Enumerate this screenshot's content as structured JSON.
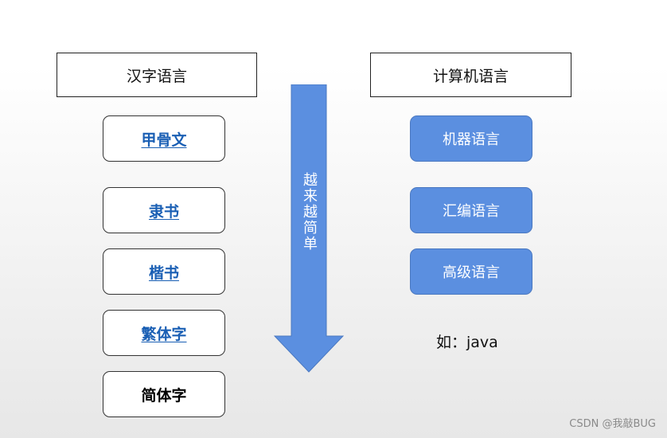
{
  "left_column": {
    "header": "汉字语言",
    "items": [
      {
        "label": "甲骨文",
        "linked": true
      },
      {
        "label": "隶书",
        "linked": true
      },
      {
        "label": "楷书",
        "linked": true
      },
      {
        "label": "繁体字",
        "linked": true
      },
      {
        "label": "简体字",
        "linked": false
      }
    ]
  },
  "center_arrow": {
    "label": "越来越简单",
    "direction": "down",
    "color": "#5b8fe0"
  },
  "right_column": {
    "header": "计算机语言",
    "items": [
      {
        "label": "机器语言"
      },
      {
        "label": "汇编语言"
      },
      {
        "label": "高级语言"
      }
    ],
    "example": "如：java"
  },
  "watermark": "CSDN @我敲BUG",
  "colors": {
    "link_text": "#1a5fb4",
    "box_fill": "#5b8fe0"
  }
}
